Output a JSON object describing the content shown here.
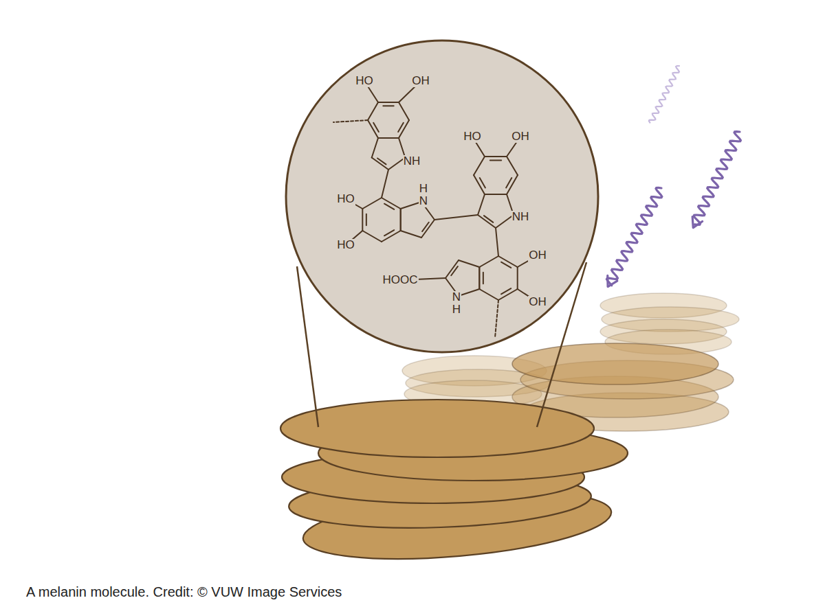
{
  "diagram": {
    "caption": "A melanin molecule. Credit: © VUW Image Services",
    "nodes": [
      {
        "text": [
          "HO",
          "OH",
          "HO",
          "OH",
          "NH",
          "H N",
          "HO",
          "NH",
          "HO",
          "OH",
          "HOOC",
          "OH",
          "N H"
        ]
      }
    ]
  }
}
